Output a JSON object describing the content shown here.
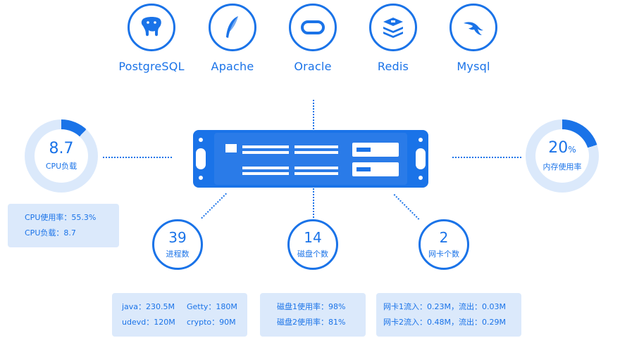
{
  "services": [
    {
      "name": "PostgreSQL",
      "icon": "postgresql-elephant-icon"
    },
    {
      "name": "Apache",
      "icon": "apache-feather-icon"
    },
    {
      "name": "Oracle",
      "icon": "oracle-ring-icon"
    },
    {
      "name": "Redis",
      "icon": "redis-stack-icon"
    },
    {
      "name": "Mysql",
      "icon": "mysql-dolphin-icon"
    }
  ],
  "cpu": {
    "value": "8.7",
    "label": "CPU负载",
    "load_fraction": 0.087,
    "stats": [
      "CPU使用率：55.3%",
      "CPU负载：8.7"
    ]
  },
  "memory": {
    "value": "20",
    "unit": "%",
    "label": "内存使用率",
    "fraction": 0.2
  },
  "processes": {
    "value": "39",
    "label": "进程数",
    "rows": [
      "java：230.5M",
      "Getty：180M",
      "udevd：120M",
      "crypto：90M"
    ]
  },
  "disks": {
    "value": "14",
    "label": "磁盘个数",
    "rows": [
      "磁盘1使用率：98%",
      "磁盘2使用率：81%"
    ]
  },
  "nics": {
    "value": "2",
    "label": "网卡个数",
    "rows": [
      "网卡1流入：0.23M，流出：0.03M",
      "网卡2流入：0.48M，流出：0.29M"
    ]
  },
  "colors": {
    "accent": "#1a73e8",
    "ring_track": "#dbe9fb",
    "panel": "#dbe9fb"
  }
}
